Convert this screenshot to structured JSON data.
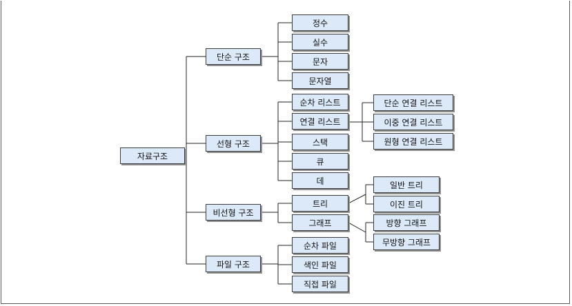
{
  "diagram": {
    "root": "자료구조",
    "branches": [
      {
        "label": "단순 구조",
        "children": [
          {
            "label": "정수"
          },
          {
            "label": "실수"
          },
          {
            "label": "문자"
          },
          {
            "label": "문자열"
          }
        ]
      },
      {
        "label": "선형 구조",
        "children": [
          {
            "label": "순차 리스트"
          },
          {
            "label": "연결 리스트",
            "children": [
              {
                "label": "단순 연결 리스트"
              },
              {
                "label": "이중 연결 리스트"
              },
              {
                "label": "원형 연결 리스트"
              }
            ]
          },
          {
            "label": "스택"
          },
          {
            "label": "큐"
          },
          {
            "label": "데"
          }
        ]
      },
      {
        "label": "비선형 구조",
        "children": [
          {
            "label": "트리",
            "children": [
              {
                "label": "일반 트리"
              },
              {
                "label": "이진 트리"
              }
            ]
          },
          {
            "label": "그래프",
            "children": [
              {
                "label": "방향 그래프"
              },
              {
                "label": "무방향 그래프"
              }
            ]
          }
        ]
      },
      {
        "label": "파일 구조",
        "children": [
          {
            "label": "순차 파일"
          },
          {
            "label": "색인 파일"
          },
          {
            "label": "직접 파일"
          }
        ]
      }
    ]
  }
}
